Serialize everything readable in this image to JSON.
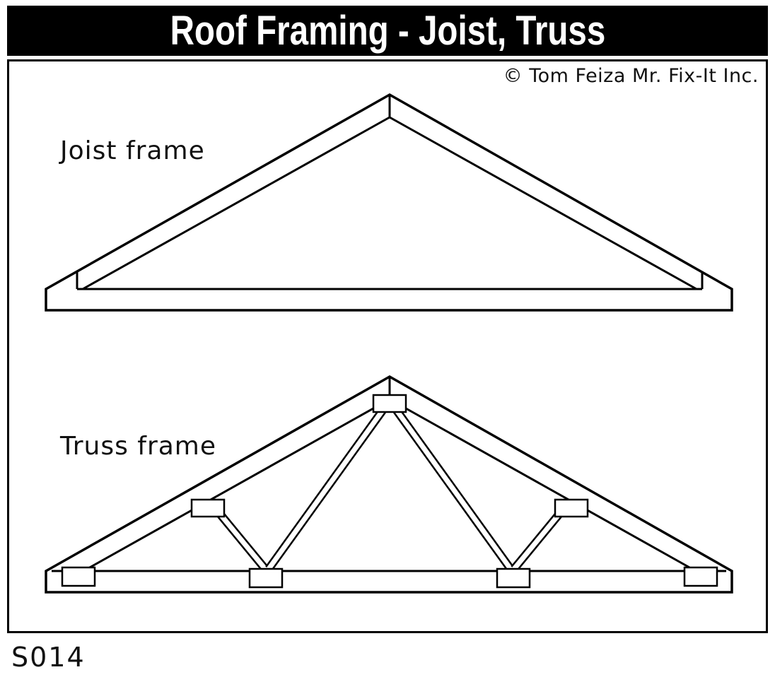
{
  "header": {
    "title": "Roof Framing - Joist, Truss"
  },
  "copyright": "© Tom Feiza Mr. Fix-It Inc.",
  "diagrams": {
    "joist": {
      "label": "Joist frame"
    },
    "truss": {
      "label": "Truss frame"
    }
  },
  "footer": {
    "code": "S014"
  },
  "colors": {
    "line": "#000000",
    "background": "#ffffff",
    "banner": "#000000",
    "banner_text": "#ffffff"
  }
}
